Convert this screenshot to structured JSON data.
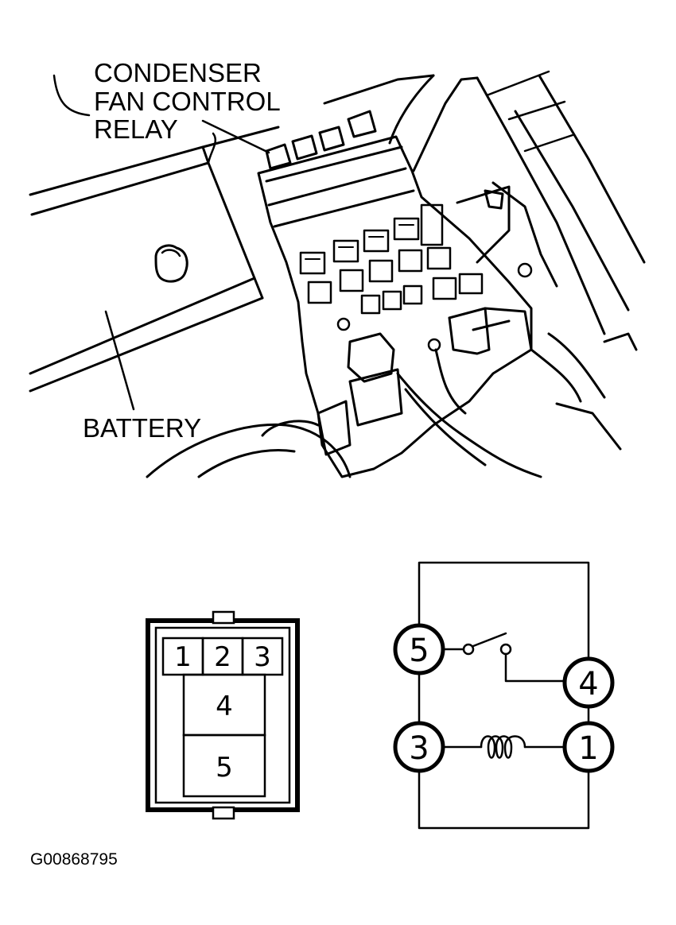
{
  "labels": {
    "relay_line1": "CONDENSER",
    "relay_line2": "FAN CONTROL",
    "relay_line3": "RELAY",
    "battery": "BATTERY",
    "figure_code": "G00868795"
  },
  "connector": {
    "top_pins": [
      "1",
      "2",
      "3"
    ],
    "pin_middle": "4",
    "pin_bottom": "5"
  },
  "schematic": {
    "pin_top_left": "5",
    "pin_top_right": "4",
    "pin_bottom_left": "3",
    "pin_bottom_right": "1"
  }
}
